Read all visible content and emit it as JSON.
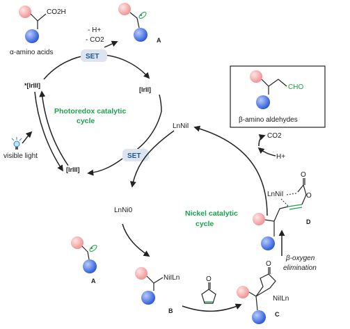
{
  "colors": {
    "pink_sphere": "#f4a0a0",
    "blue_sphere": "#3d6fe0",
    "green_text": "#1aa34a",
    "set_box": "#dde4f0",
    "set_text": "#1a5a8a",
    "radical": "#1aa34a"
  },
  "labels": {
    "co2h": "CO2H",
    "amino_acids": "α-amino acids",
    "minus_h": "- H+",
    "minus_co2": "- CO2",
    "set_top": "SET",
    "set_mid": "SET",
    "ir_iii_star": "*[IrIII]",
    "ir_ii": "[IrII]",
    "ir_iii": "[IrIII]",
    "visible_light": "visible light",
    "photoredox_line1": "Photoredox catalytic",
    "photoredox_line2": "cycle",
    "nickel_line1": "Nickel catalytic",
    "nickel_line2": "cycle",
    "lnni_i_top": "LnNiI",
    "lnni_0": "LnNi0",
    "ni_i_ln": "NiILn",
    "lnni_i_D": "LnNiI",
    "co2_out": "CO2",
    "h_plus": "H+",
    "cho": "CHO",
    "beta_amino": "β-amino aldehydes",
    "beta_oxygen_1": "β-oxygen",
    "beta_oxygen_2": "elimination",
    "cmpd_A_top": "A",
    "cmpd_A_low": "A",
    "cmpd_B": "B",
    "cmpd_C": "C",
    "cmpd_D": "D",
    "radical_dot": "•",
    "carbonyl_o": "O"
  }
}
